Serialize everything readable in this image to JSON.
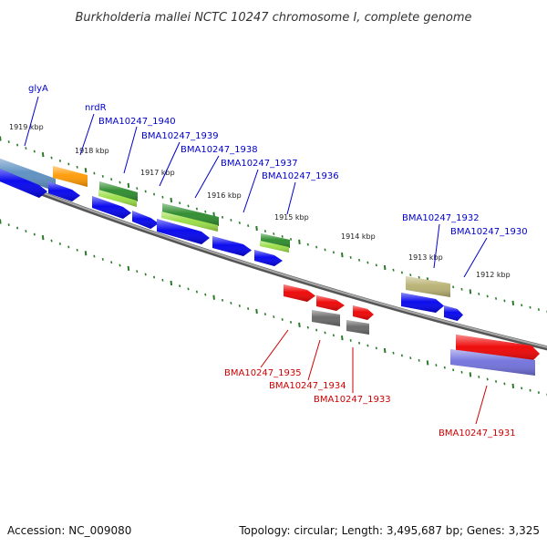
{
  "title": "Burkholderia mallei NCTC 10247 chromosome I, complete genome",
  "footer": {
    "accession": "Accession: NC_009080",
    "topology": "Topology: circular; Length: 3,495,687 bp; Genes: 3,325"
  },
  "colors": {
    "forward_label": "#0000cc",
    "reverse_label": "#cc0000",
    "tick": "#2a7a2a",
    "backbone": "#808080",
    "cds_blue": "#0000ee",
    "cds_red": "#ee0000",
    "gray": "#666666",
    "olive": "#b8b070",
    "orange": "#ff9900",
    "steel": "#5a8ec0",
    "green": "#2a8a2a",
    "lightgreen": "#99dd44",
    "purple": "#7070dd"
  },
  "ticks": [
    {
      "label": "1919 kbp"
    },
    {
      "label": "1918 kbp"
    },
    {
      "label": "1917 kbp"
    },
    {
      "label": "1916 kbp"
    },
    {
      "label": "1915 kbp"
    },
    {
      "label": "1914 kbp"
    },
    {
      "label": "1913 kbp"
    },
    {
      "label": "1912 kbp"
    }
  ],
  "forward_labels": [
    {
      "label": "glyA"
    },
    {
      "label": "nrdR"
    },
    {
      "label": "BMA10247_1940"
    },
    {
      "label": "BMA10247_1939"
    },
    {
      "label": "BMA10247_1938"
    },
    {
      "label": "BMA10247_1937"
    },
    {
      "label": "BMA10247_1936"
    },
    {
      "label": "BMA10247_1932"
    },
    {
      "label": "BMA10247_1930"
    }
  ],
  "reverse_labels": [
    {
      "label": "BMA10247_1935"
    },
    {
      "label": "BMA10247_1934"
    },
    {
      "label": "BMA10247_1933"
    },
    {
      "label": "BMA10247_1931"
    }
  ]
}
